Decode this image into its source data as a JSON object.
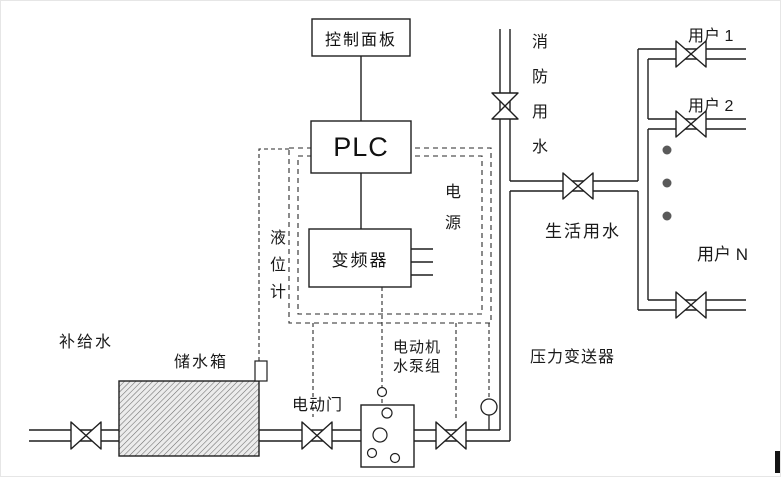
{
  "colors": {
    "background": "#ffffff",
    "line": "#1f1f1f",
    "tank_hatch": "#6e6e6e",
    "ellipsis_dot": "#5a5a5a"
  },
  "icons": {
    "valve": "bowtie",
    "pressure_transmitter": "circle-on-stem",
    "pump_group": "circle-cluster-in-box",
    "ellipsis": "three-vertical-dots"
  },
  "labels": {
    "control_panel": "控制面板",
    "plc": "PLC",
    "inverter": "变频器",
    "power": "电源",
    "level_gauge": "液位计",
    "fire_water": "消防用水",
    "domestic_water": "生活用水",
    "user_1": "用户 1",
    "user_2": "用户 2",
    "user_n": "用户 N",
    "makeup_water": "补给水",
    "storage_tank": "储水箱",
    "electric_door": "电动门",
    "motor": "电动机",
    "pump_group": "水泵组",
    "pressure_transmitter": "压力变送器"
  }
}
